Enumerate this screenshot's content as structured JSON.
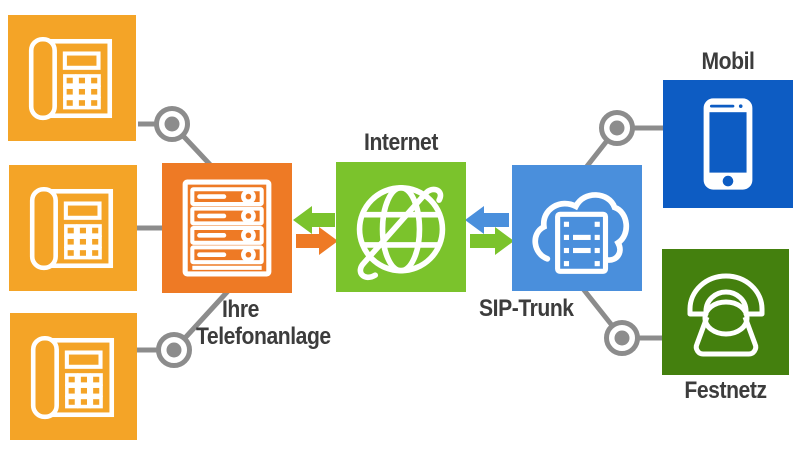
{
  "diagram": {
    "labels": {
      "internet": "Internet",
      "sip_trunk": "SIP-Trunk",
      "mobile": "Mobil",
      "landline": "Festnetz",
      "pbx_line1": "Ihre",
      "pbx_line2": "Telefonanlage"
    },
    "colors": {
      "phone_box": "#F4A427",
      "pbx_box": "#EE7A25",
      "internet_box": "#7BC32C",
      "sip_box": "#4A8FDC",
      "mobile_box": "#0D5CC3",
      "landline_box": "#44800E",
      "arrow_green": "#7BC32C",
      "arrow_orange": "#EE7A25",
      "arrow_blue": "#4A8FDC",
      "connector_gray": "#8C8C8C",
      "label_text": "#3C3C3C",
      "background": "#FFFFFF"
    },
    "elements": {
      "desk_phones": {
        "count": 3,
        "icon": "desk-phone-icon"
      },
      "pbx": {
        "icon": "pbx-server-icon"
      },
      "internet": {
        "icon": "globe-icon"
      },
      "sip_trunk": {
        "icon": "cloud-server-icon"
      },
      "mobile": {
        "icon": "smartphone-icon"
      },
      "landline": {
        "icon": "rotary-phone-icon"
      }
    },
    "connections": [
      {
        "from": "desk-phone-1",
        "to": "pbx",
        "type": "line-with-junction"
      },
      {
        "from": "desk-phone-2",
        "to": "pbx",
        "type": "line"
      },
      {
        "from": "desk-phone-3",
        "to": "pbx",
        "type": "line-with-junction"
      },
      {
        "from": "pbx",
        "to": "internet",
        "type": "bidirectional-arrows",
        "arrow_colors": [
          "green",
          "orange"
        ]
      },
      {
        "from": "internet",
        "to": "sip-trunk",
        "type": "bidirectional-arrows",
        "arrow_colors": [
          "blue",
          "green"
        ]
      },
      {
        "from": "sip-trunk",
        "to": "mobile",
        "type": "line-with-junction"
      },
      {
        "from": "sip-trunk",
        "to": "landline",
        "type": "line-with-junction"
      }
    ]
  }
}
